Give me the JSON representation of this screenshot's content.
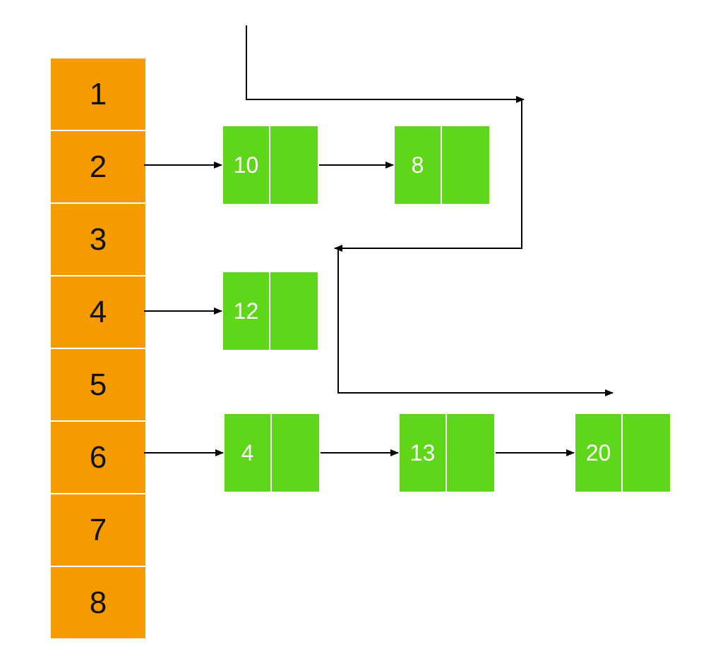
{
  "buckets": [
    "1",
    "2",
    "3",
    "4",
    "5",
    "6",
    "7",
    "8"
  ],
  "nodes": {
    "b2_n1": "10",
    "b2_n2": "8",
    "b4_n1": "12",
    "b6_n1": "4",
    "b6_n2": "13",
    "b6_n3": "20"
  },
  "colors": {
    "bucket": "#f59b00",
    "node": "#5fd61a",
    "line": "#000000"
  }
}
